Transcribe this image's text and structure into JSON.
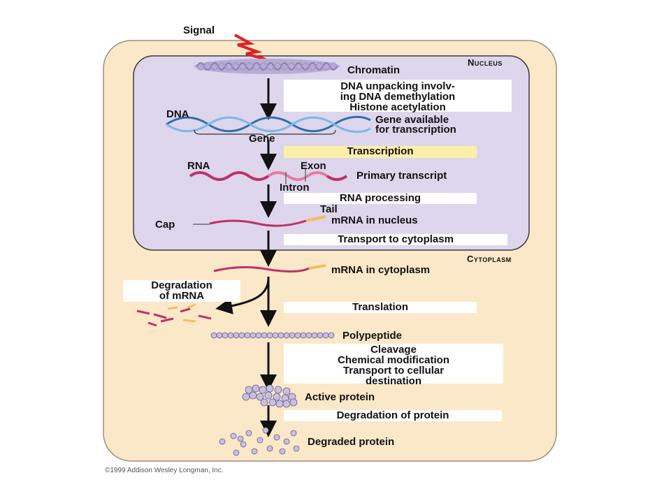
{
  "signal": "Signal",
  "regions": {
    "nucleus": "Nucleus",
    "cytoplasm": "Cytoplasm"
  },
  "molecules": {
    "chromatin": "Chromatin",
    "dna": "DNA",
    "gene": "Gene",
    "gene_available_1": "Gene available",
    "gene_available_2": "for transcription",
    "rna": "RNA",
    "exon": "Exon",
    "intron": "Intron",
    "primary_transcript": "Primary transcript",
    "tail": "Tail",
    "cap": "Cap",
    "mrna_nucleus": "mRNA in nucleus",
    "mrna_cytoplasm": "mRNA in cytoplasm",
    "degradation_mrna_1": "Degradation",
    "degradation_mrna_2": "of mRNA",
    "polypeptide": "Polypeptide",
    "active_protein": "Active protein",
    "degraded_protein": "Degraded protein"
  },
  "steps": {
    "dna_unpacking_1": "DNA unpacking involv-",
    "dna_unpacking_2": "ing DNA demethylation",
    "dna_unpacking_3": "Histone acetylation",
    "transcription": "Transcription",
    "rna_processing": "RNA processing",
    "transport": "Transport to cytoplasm",
    "translation": "Translation",
    "cleavage_1": "Cleavage",
    "cleavage_2": "Chemical modification",
    "cleavage_3": "Transport to cellular",
    "cleavage_4": "destination",
    "degradation_protein": "Degradation of protein"
  },
  "copyright": "©1999 Addison Wesley Longman, Inc.",
  "colors": {
    "cell_fill": "#fbe8c8",
    "cell_border": "#9a8f80",
    "nucleus_fill": "#ddd6ec",
    "nucleus_border": "#3a3a3a",
    "signal_red": "#e0202a",
    "rna_pink": "#c0306a",
    "exon_pink": "#e87aa0",
    "tail_yellow": "#f0c060",
    "dna_blue": "#4a90c8",
    "protein_lilac": "#c8c0e0",
    "transcription_highlight": "#fcf0a8"
  }
}
